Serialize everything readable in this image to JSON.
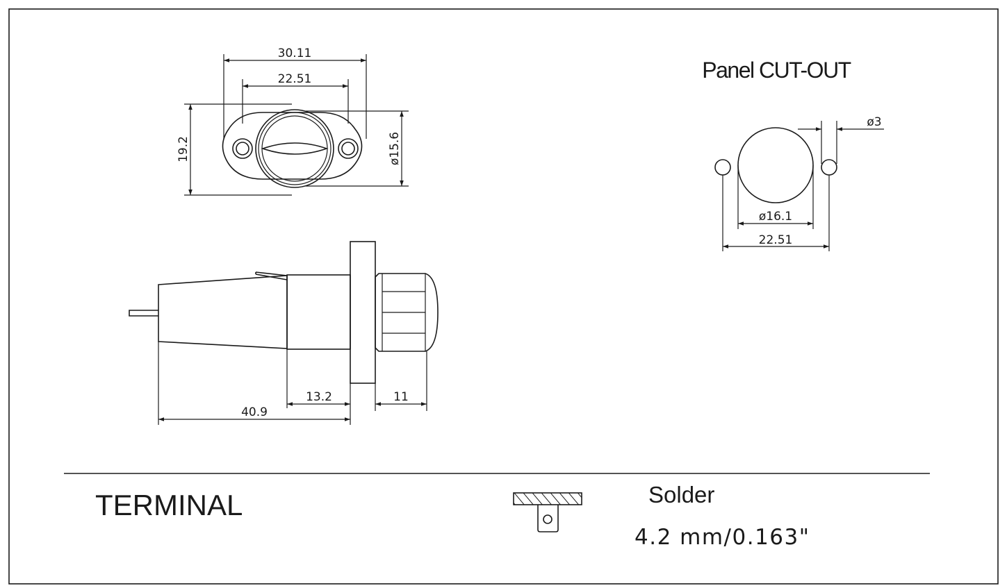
{
  "top_view": {
    "dims": {
      "overall_width": "30.11",
      "hole_spacing": "22.51",
      "height": "19.2",
      "lens_diameter": "ø15.6"
    }
  },
  "side_view": {
    "dims": {
      "overall_length": "40.9",
      "body_length": "13.2",
      "cap_length": "11"
    }
  },
  "cutout": {
    "title": "Panel CUT-OUT",
    "dims": {
      "hole_diameter": "ø3",
      "center_hole": "ø16.1",
      "hole_spacing": "22.51"
    }
  },
  "terminal": {
    "label": "TERMINAL",
    "type": "Solder",
    "size": "4.2 mm/0.163\""
  }
}
